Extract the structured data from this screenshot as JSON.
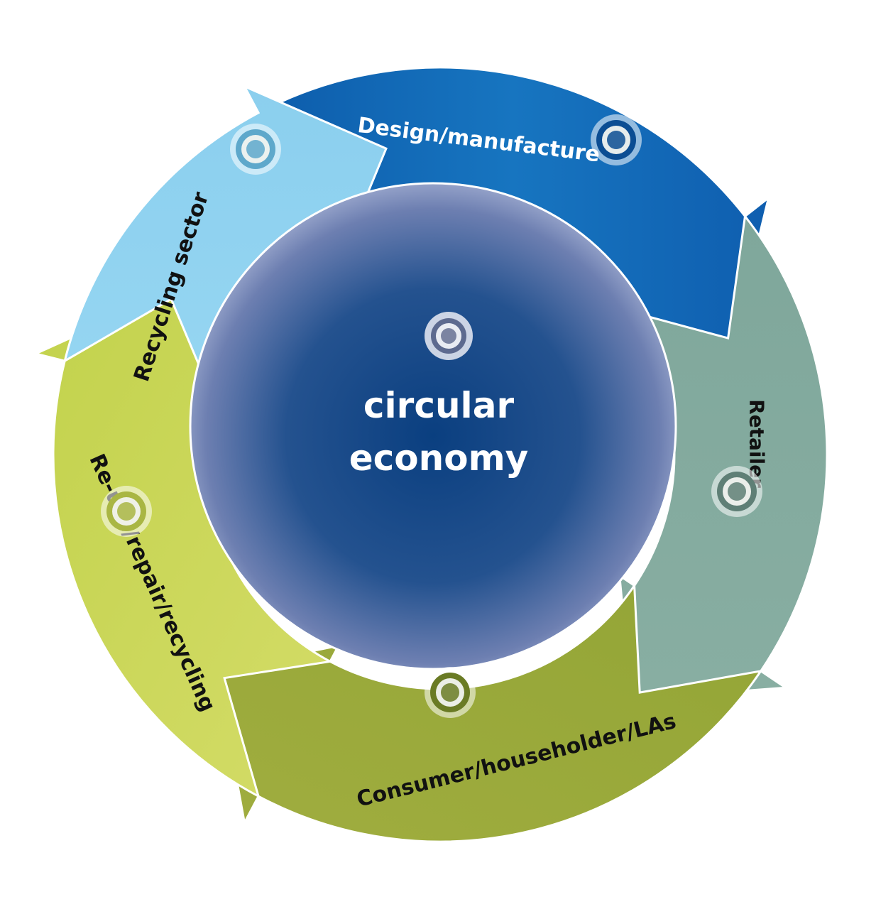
{
  "center": {
    "line1": "circular",
    "line2": "economy",
    "color": "#0d4a8c"
  },
  "segments": [
    {
      "id": "design",
      "label": "Design/manufacture",
      "color": "#1570bd",
      "dark": "#0c5aa6",
      "text_color": "#ffffff"
    },
    {
      "id": "retailer",
      "label": "Retailer",
      "color": "#85ab9f",
      "dark": "#6f988c",
      "text_color": "#111111"
    },
    {
      "id": "consumer",
      "label": "Consumer/householder/LAs",
      "color": "#9aa83a",
      "dark": "#7f9230",
      "text_color": "#111111"
    },
    {
      "id": "reuse",
      "label": "Re-use/repair/recycling",
      "color": "#cfd95e",
      "dark": "#b9c64a",
      "text_color": "#111111"
    },
    {
      "id": "recycling",
      "label": "Recycling sector",
      "color": "#93d4f0",
      "dark": "#78c3e6",
      "text_color": "#111111"
    }
  ]
}
